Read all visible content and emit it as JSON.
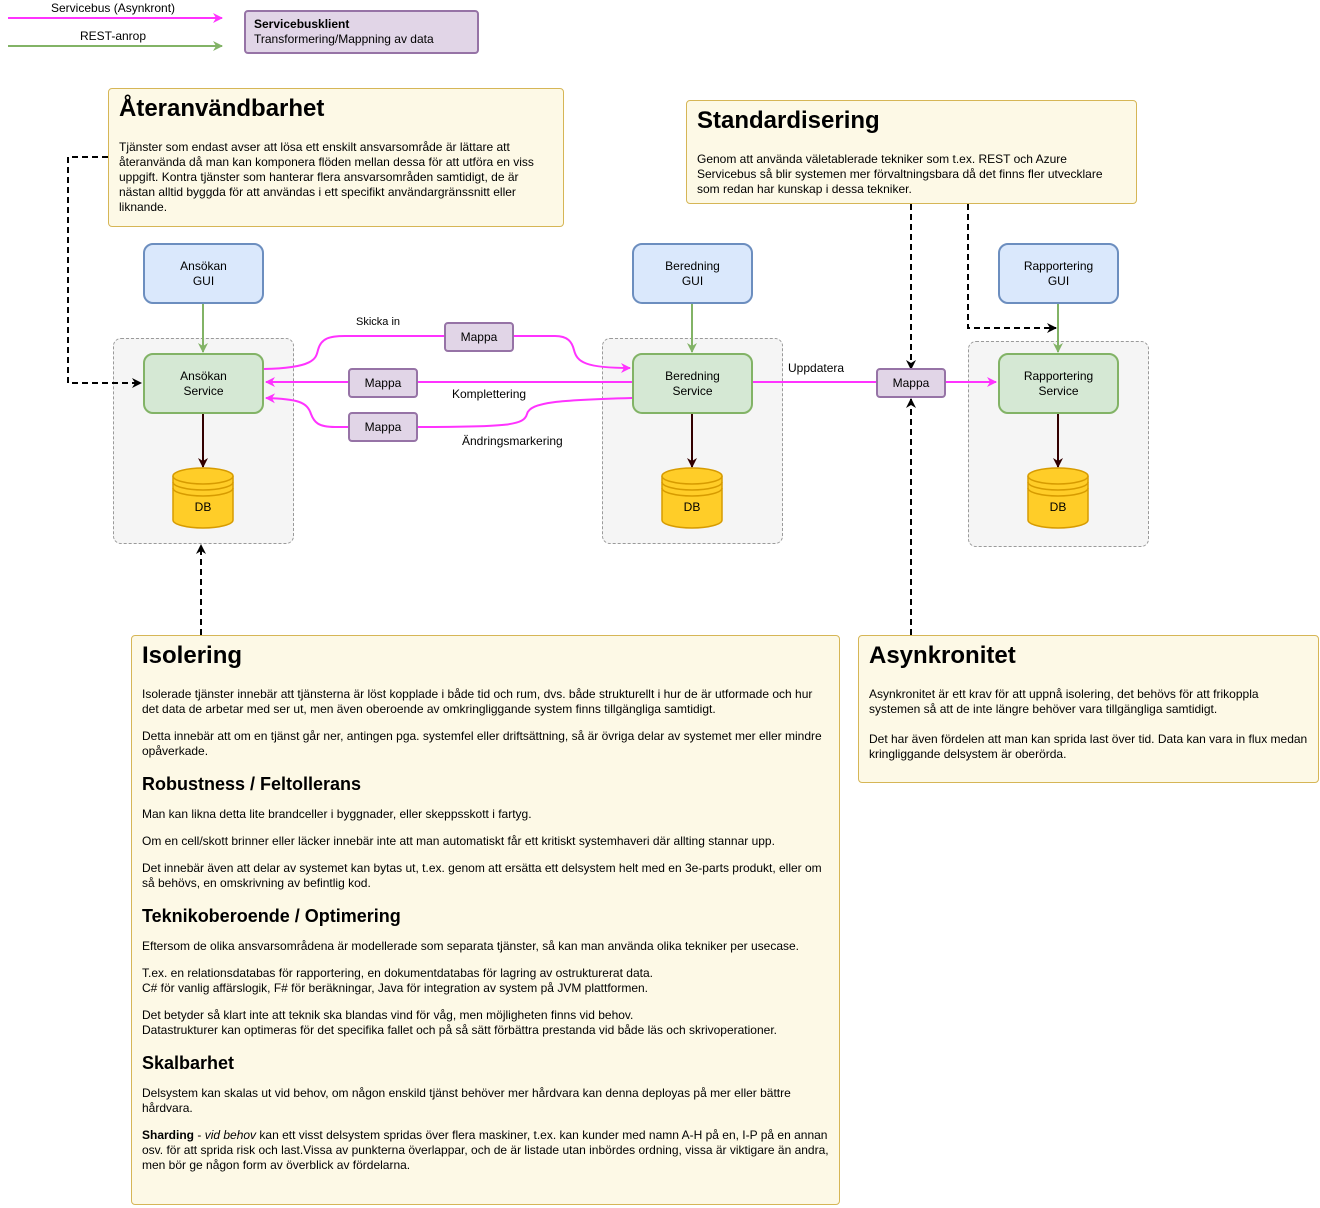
{
  "legend": {
    "servicebus_label": "Servicebus (Asynkront)",
    "rest_label": "REST-anrop",
    "client_title": "Servicebusklient",
    "client_desc": "Transformering/Mappning av data"
  },
  "colors": {
    "servicebus": "#ff33ff",
    "rest": "#82b366",
    "gui_fill": "#dae8fc",
    "service_fill": "#d5e8d4",
    "mappa_fill": "#e1d5e7",
    "db_fill": "#ffcd28",
    "note_fill": "#fdf9e6"
  },
  "systems": {
    "ansokan": {
      "gui": [
        "Ansökan",
        "GUI"
      ],
      "service": [
        "Ansökan",
        "Service"
      ],
      "db": "DB"
    },
    "beredning": {
      "gui": [
        "Beredning",
        "GUI"
      ],
      "service": [
        "Beredning",
        "Service"
      ],
      "db": "DB"
    },
    "rapportering": {
      "gui": [
        "Rapportering",
        "GUI"
      ],
      "service": [
        "Rapportering",
        "Service"
      ],
      "db": "DB"
    }
  },
  "mappa": "Mappa",
  "edges": {
    "skicka_in": "Skicka in",
    "komplettering": "Komplettering",
    "andringsmarkering": "Ändringsmarkering",
    "uppdatera": "Uppdatera"
  },
  "notes": {
    "ateranvandbarhet": {
      "title": "Återanvändbarhet",
      "body": "Tjänster som endast avser att lösa ett enskilt ansvarsområde är lättare att återanvända då man kan komponera flöden mellan dessa för att utföra en viss uppgift. Kontra tjänster som hanterar flera ansvarsområden samtidigt, de är nästan alltid byggda för att användas i ett specifikt användargränssnitt eller liknande."
    },
    "standardisering": {
      "title": "Standardisering",
      "body": "Genom att använda väletablerade tekniker som t.ex. REST och Azure Servicebus så blir systemen mer förvaltningsbara då det finns fler utvecklare som redan har kunskap i dessa tekniker."
    },
    "asynkronitet": {
      "title": "Asynkronitet",
      "p1": "Asynkronitet är ett krav för att uppnå isolering, det behövs för att frikoppla systemen så att de inte längre behöver vara tillgängliga samtidigt.",
      "p2": "Det har även fördelen att man kan sprida last över tid. Data kan vara in flux medan kringliggande delsystem är oberörda."
    },
    "isolering": {
      "title": "Isolering",
      "p1": "Isolerade tjänster innebär att tjänsterna är löst kopplade i både tid och rum, dvs. både strukturellt i hur de är utformade och hur det data de arbetar med ser ut, men även oberoende av omkringliggande system finns tillgängliga samtidigt.",
      "p2": "Detta innebär att om en tjänst går ner, antingen pga. systemfel eller driftsättning, så är övriga delar av systemet mer eller mindre opåverkade.",
      "h_robust": "Robustness / Feltollerans",
      "p3": "Man kan likna detta lite brandceller i byggnader, eller skeppsskott i fartyg.",
      "p4": "Om en cell/skott brinner eller läcker innebär inte att man automatiskt får ett kritiskt systemhaveri där allting stannar upp.",
      "p5": "Det innebär även att delar av systemet kan bytas ut, t.ex. genom att ersätta ett delsystem helt med en 3e-parts produkt, eller om så behövs, en omskrivning av befintlig kod.",
      "h_teknik": "Teknikoberoende / Optimering",
      "p6": "Eftersom de olika ansvarsområdena är modellerade som separata tjänster, så kan man använda olika tekniker per usecase.",
      "p7a": "T.ex. en relationsdatabas för rapportering, en dokumentdatabas för lagring av ostrukturerat data.",
      "p7b": "C# för vanlig affärslogik, F# för beräkningar, Java för integration av system på JVM plattformen.",
      "p8a": "Det betyder så klart inte att teknik ska blandas vind för våg, men möjligheten finns vid behov.",
      "p8b": "Datastrukturer kan optimeras för det specifika fallet och på så sätt förbättra prestanda vid både läs och skrivoperationer.",
      "h_skal": "Skalbarhet",
      "p9": "Delsystem kan skalas ut vid behov, om någon enskild tjänst behöver mer hårdvara kan denna deployas på mer eller bättre hårdvara.",
      "sharding_bold": "Sharding",
      "sharding_sep": " - ",
      "sharding_italic": "vid behov",
      "sharding_rest": " kan ett visst delsystem spridas över flera maskiner, t.ex. kan kunder med namn A-H på en, I-P på en annan osv. för att sprida risk och last.Vissa av punkterna överlappar, och de är listade utan inbördes ordning, vissa är viktigare än andra, men bör ge någon form av överblick av fördelarna."
    }
  }
}
